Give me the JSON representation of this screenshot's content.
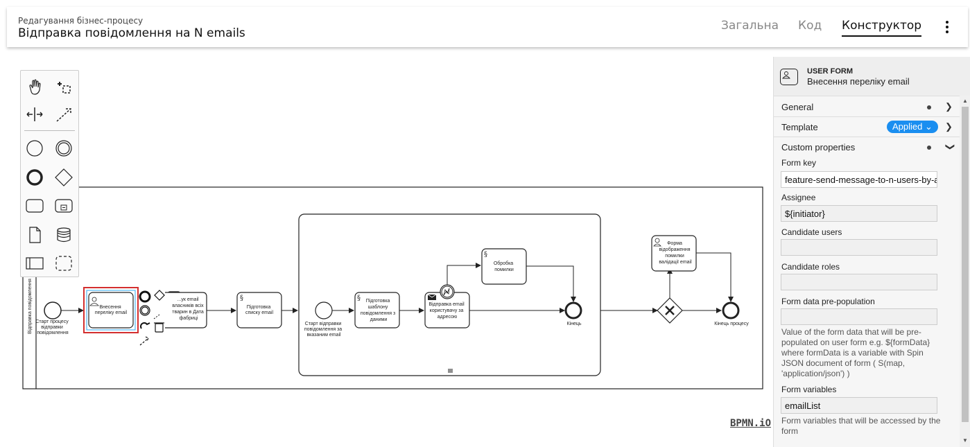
{
  "header": {
    "subtitle": "Редагування бізнес-процесу",
    "title": "Відправка повідомлення на N emails",
    "tabs": [
      {
        "label": "Загальна"
      },
      {
        "label": "Код"
      },
      {
        "label": "Конструктор",
        "active": true
      }
    ]
  },
  "palette": {
    "tools": [
      "hand-tool-icon",
      "lasso-tool-icon",
      "space-tool-icon",
      "global-connect-icon",
      "start-event-icon",
      "intermediate-event-icon",
      "end-event-icon",
      "gateway-icon",
      "task-icon",
      "subprocess-icon",
      "data-object-icon",
      "data-store-icon",
      "participant-icon",
      "group-icon"
    ]
  },
  "diagram": {
    "pool_label": "Відправка повідомлення",
    "start_label": [
      "Старт процесу",
      "відправки",
      "повідомлення"
    ],
    "task_user_form": [
      "Внесення",
      "переліку email"
    ],
    "task_partial": [
      "...ук email",
      "власників всіх",
      "тварин в Дата",
      "фабриці"
    ],
    "task_prepare_list": [
      "Підготовка",
      "списку email"
    ],
    "sub_start_label": [
      "Старт відправки",
      "повідомлення за",
      "вказаним email"
    ],
    "task_template": [
      "Підготовка",
      "шаблону",
      "повідомлення з",
      "даними"
    ],
    "task_send": [
      "Відправка email",
      "користувачу за",
      "адресою"
    ],
    "task_error": [
      "Обробка",
      "помилки"
    ],
    "sub_end_label": "Кінець",
    "task_form_error": [
      "Форма",
      "відображення",
      "помилки",
      "валідації email"
    ],
    "end_label": "Кінець процесу",
    "logo": "BPMN.iO"
  },
  "panel": {
    "element_type": "USER FORM",
    "element_name": "Внесення переліку email",
    "groups": {
      "general": "General",
      "template": "Template",
      "template_badge": "Applied",
      "custom": "Custom properties"
    },
    "fields": {
      "form_key_label": "Form key",
      "form_key_value": "feature-send-message-to-n-users-by-a",
      "assignee_label": "Assignee",
      "assignee_value": "${initiator}",
      "candidate_users_label": "Candidate users",
      "candidate_users_value": "",
      "candidate_roles_label": "Candidate roles",
      "candidate_roles_value": "",
      "form_data_label": "Form data pre-population",
      "form_data_value": "",
      "form_data_help": "Value of the form data that will be pre-populated on user form e.g. ${formData} where formData is a variable with Spin JSON document of form ( S(map, 'application/json') )",
      "form_vars_label": "Form variables",
      "form_vars_value": "emailList",
      "form_vars_help": "Form variables that will be accessed by the form"
    }
  }
}
